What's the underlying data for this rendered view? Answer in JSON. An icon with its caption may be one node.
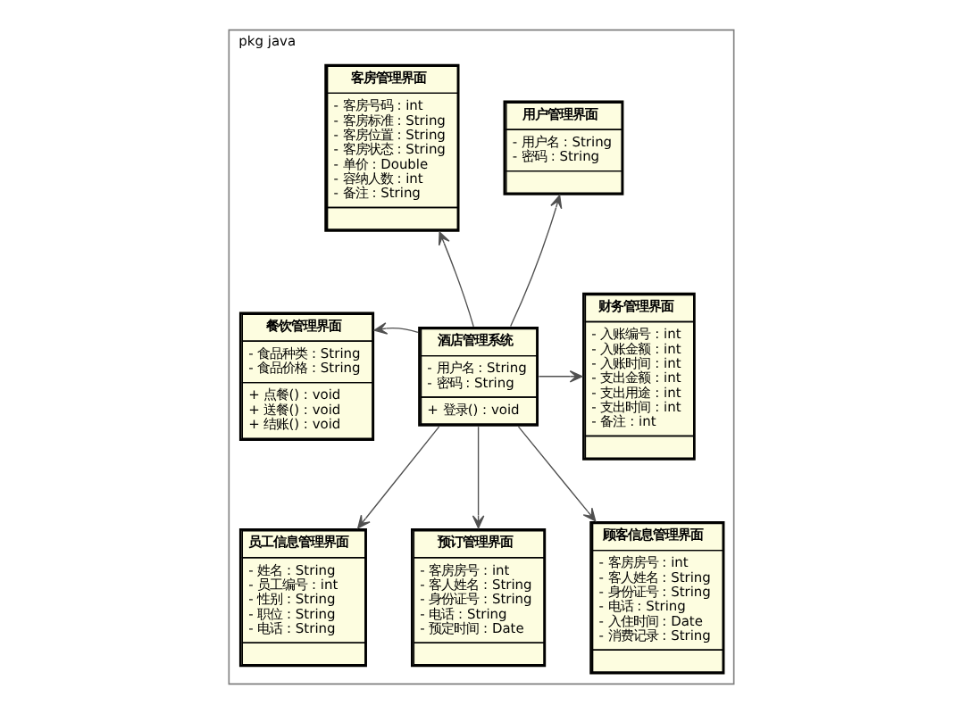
{
  "diagram": {
    "nodes": [
      {
        "text": [
          "pkg java"
        ]
      },
      {
        "text": [
          "客房管理界面",
          "- 客房号码 : int",
          "- 客房标准 : String",
          "- 客房位置 : String",
          "- 客房状态 : String",
          "- 单价 : Double",
          "- 容纳人数 : int",
          "- 备注 : String"
        ],
        "in": 0
      },
      {
        "text": [
          "用户管理界面",
          "- 用户名 : String",
          "- 密码 : String"
        ],
        "in": 0
      },
      {
        "text": [
          "财务管理界面",
          "- 入账编号 : int",
          "- 入账金额 : int",
          "- 入账时间 : int",
          "- 支出金额 : int",
          "- 支出用途 : int",
          "- 支出时间 : int",
          "- 备注 : int"
        ],
        "in": 0
      },
      {
        "text": [
          "餐饮管理界面",
          "- 食品种类 : String",
          "- 食品价格 : String",
          "+ 点餐() : void",
          "+ 送餐() : void",
          "+ 结账() : void"
        ],
        "in": 0
      },
      {
        "text": [
          "酒店管理系统",
          "- 用户名 : String",
          "- 密码 : String",
          "+ 登录() : void"
        ],
        "in": 0
      },
      {
        "text": [
          "员工信息管理界面",
          "- 姓名 : String",
          "- 员工编号 : int",
          "- 性别 : String",
          "- 职位 : String",
          "- 电话 : String"
        ],
        "in": 0
      },
      {
        "text": [
          "预订管理界面",
          "- 客房房号 : int",
          "- 客人姓名 : String",
          "- 身份证号 : String",
          "- 电话 : String",
          "- 预定时间 : Date"
        ],
        "in": 0
      },
      {
        "text": [
          "顾客信息管理界面",
          "- 客房房号 : int",
          "- 客人姓名 : String",
          "- 身份证号 : String",
          "- 电话 : String",
          "- 入住时间 : Date",
          "- 消费记录 : String"
        ],
        "in": 0
      }
    ],
    "edges": [
      {
        "from": 5,
        "to": 1,
        "arrow": "to"
      },
      {
        "from": 5,
        "to": 2,
        "arrow": "to"
      },
      {
        "from": 5,
        "to": 4,
        "arrow": "to"
      },
      {
        "from": 5,
        "to": 3,
        "arrow": "to"
      },
      {
        "from": 5,
        "to": 6,
        "arrow": "to"
      },
      {
        "from": 5,
        "to": 7,
        "arrow": "to"
      },
      {
        "from": 5,
        "to": 8,
        "arrow": "to"
      }
    ]
  }
}
